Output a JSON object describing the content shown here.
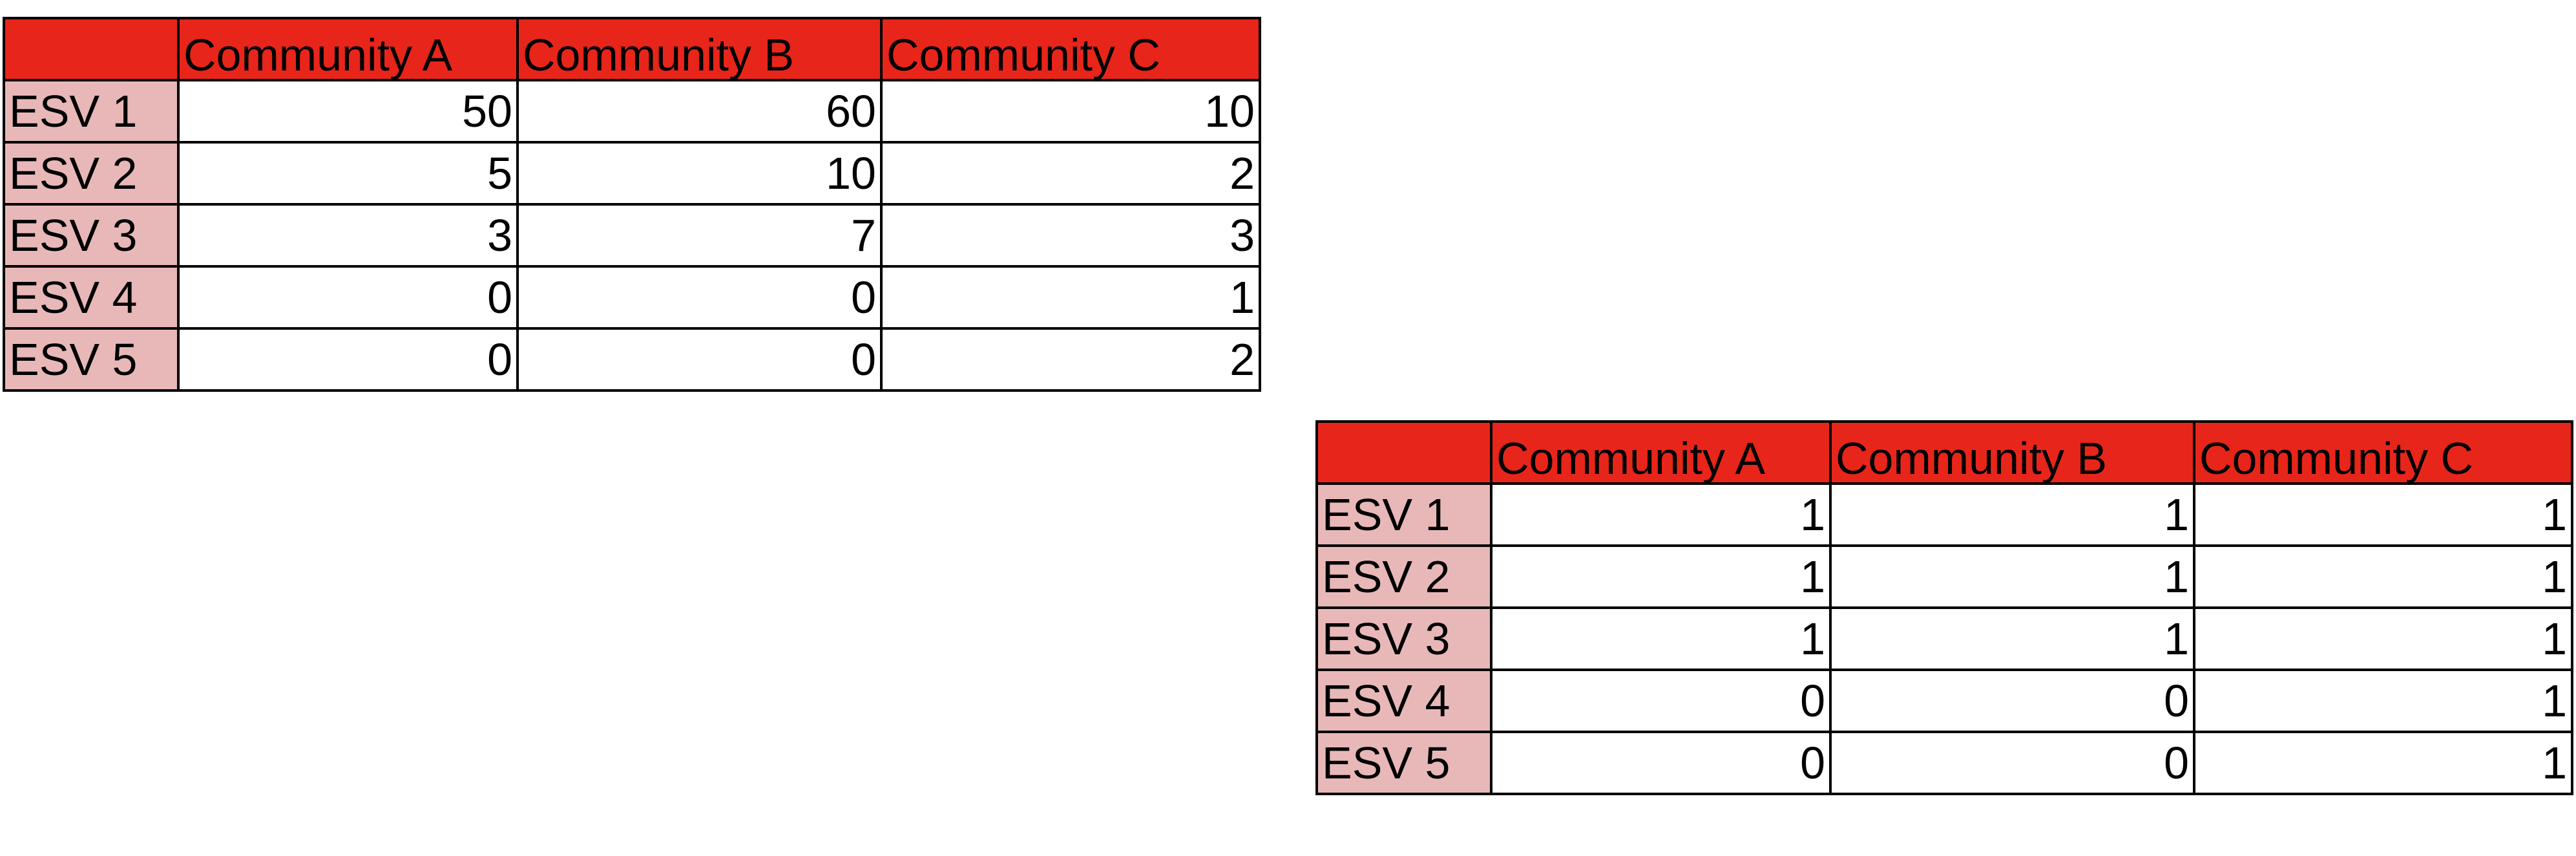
{
  "tables": [
    {
      "headers": [
        "",
        "Community A",
        "Community B",
        "Community C"
      ],
      "rows": [
        {
          "label": "ESV 1",
          "values": [
            "50",
            "60",
            "10"
          ]
        },
        {
          "label": "ESV 2",
          "values": [
            "5",
            "10",
            "2"
          ]
        },
        {
          "label": "ESV 3",
          "values": [
            "3",
            "7",
            "3"
          ]
        },
        {
          "label": "ESV 4",
          "values": [
            "0",
            "0",
            "1"
          ]
        },
        {
          "label": "ESV 5",
          "values": [
            "0",
            "0",
            "2"
          ]
        }
      ]
    },
    {
      "headers": [
        "",
        "Community A",
        "Community B",
        "Community C"
      ],
      "rows": [
        {
          "label": "ESV 1",
          "values": [
            "1",
            "1",
            "1"
          ]
        },
        {
          "label": "ESV 2",
          "values": [
            "1",
            "1",
            "1"
          ]
        },
        {
          "label": "ESV 3",
          "values": [
            "1",
            "1",
            "1"
          ]
        },
        {
          "label": "ESV 4",
          "values": [
            "0",
            "0",
            "1"
          ]
        },
        {
          "label": "ESV 5",
          "values": [
            "0",
            "0",
            "1"
          ]
        }
      ]
    }
  ],
  "colors": {
    "header_fill": "#e8251a",
    "row_label_fill": "#e8b8b8",
    "cell_fill": "#ffffff",
    "border": "#000000"
  }
}
